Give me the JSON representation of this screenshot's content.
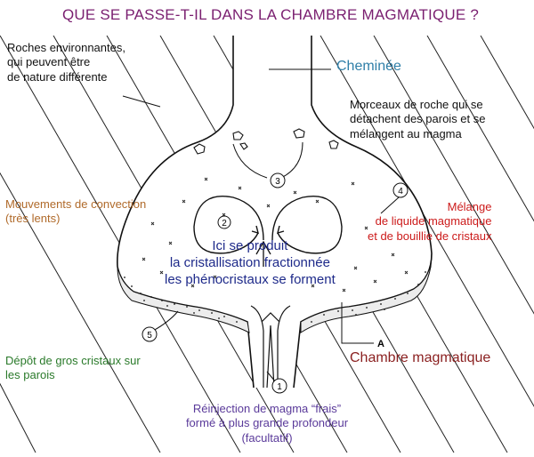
{
  "title": "QUE SE PASSE-T-IL DANS LA CHAMBRE MAGMATIQUE ?",
  "labels": {
    "roches": [
      "Roches environnantes,",
      "qui peuvent être",
      "de nature différente"
    ],
    "cheminee": "Cheminée",
    "morceaux": [
      "Morceaux de roche qui se",
      "détachent des parois et se",
      "mélangent au magma"
    ],
    "mouvements": [
      "Mouvements de convection",
      "(très lents)"
    ],
    "melange": [
      "Mélange",
      "de liquide magmatique",
      "et de bouillie de cristaux"
    ],
    "ici": [
      "Ici se produit",
      "la cristallisation fractionnée",
      "les phénocristaux se forment"
    ],
    "chambre": "Chambre magmatique",
    "depot": [
      "Dépôt de gros cristaux sur",
      "les parois"
    ],
    "reinjection": [
      "Réinjection de magma “frais”",
      "formé à plus grande profondeur",
      "(facultatif)"
    ]
  },
  "markers": [
    "1",
    "2",
    "3",
    "4",
    "5",
    "A"
  ],
  "colors": {
    "title": "#7a1f70",
    "cheminee": "#2f7fa8",
    "convection": "#b06a2a",
    "melange": "#cc1a1a",
    "crystallisation": "#1e2a8a",
    "chambre": "#8a1f1f",
    "depot": "#2a7a2a",
    "reinjection": "#5a3a9a"
  }
}
